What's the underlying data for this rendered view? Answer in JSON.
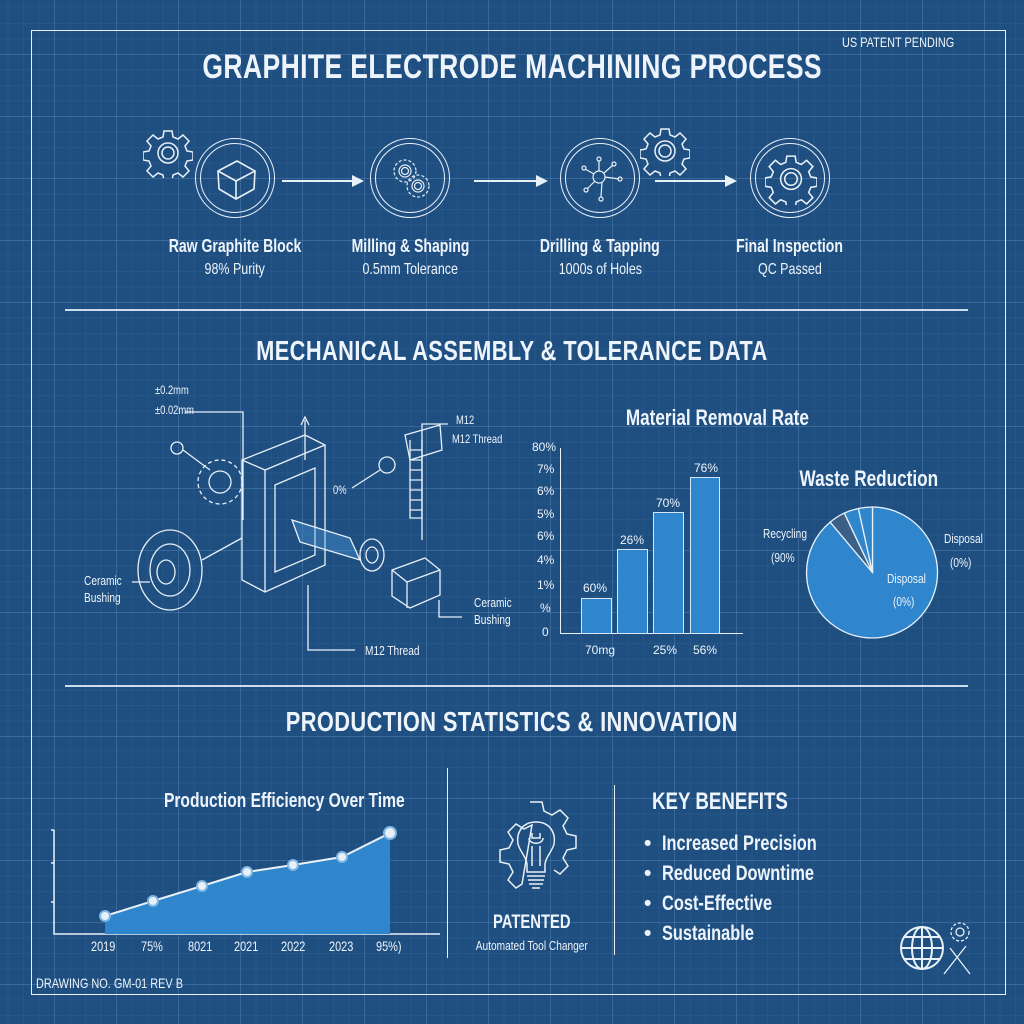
{
  "header": {
    "title": "GRAPHITE ELECTRODE MACHINING PROCESS",
    "patent_notice": "US PATENT PENDING"
  },
  "process": {
    "steps": [
      {
        "label": "Raw Graphite Block",
        "detail": "98% Purity",
        "icon": "cube-icon"
      },
      {
        "label": "Milling & Shaping",
        "detail": "0.5mm Tolerance",
        "icon": "gears-icon"
      },
      {
        "label": "Drilling & Tapping",
        "detail": "1000s of Holes",
        "icon": "drill-network-icon"
      },
      {
        "label": "Final Inspection",
        "detail": "QC Passed",
        "icon": "gear-icon"
      }
    ]
  },
  "assembly": {
    "title": "MECHANICAL ASSEMBLY & TOLERANCE DATA",
    "callouts": {
      "tolerance_1": "±0.2mm",
      "tolerance_2": "±0.02mm",
      "m12": "M12",
      "m12_thread_top": "M12 Thread",
      "percent": "0%",
      "ceramic_left_1": "Ceramic",
      "ceramic_left_2": "Bushing",
      "ceramic_right_1": "Ceramic",
      "ceramic_right_2": "Bushing",
      "m12_thread": "M12 Thread"
    }
  },
  "chart_data": [
    {
      "type": "bar",
      "title": "Material Removal Rate",
      "categories": [
        "70mg",
        "",
        "25%",
        "56%"
      ],
      "values": [
        60,
        26,
        70,
        76
      ],
      "value_labels": [
        "60%",
        "26%",
        "70%",
        "76%"
      ],
      "bar_heights_pct_of_axis": [
        18,
        43,
        65,
        82
      ],
      "y_tick_labels": [
        "0",
        "%",
        "1%",
        "4%",
        "6%",
        "5%",
        "6%",
        "7%",
        "80%"
      ],
      "xlabel": "",
      "ylabel": "",
      "grid": false
    },
    {
      "type": "pie",
      "title": "Waste Reduction",
      "slices": [
        {
          "label": "Disposal",
          "value_label": "(0%)",
          "pct": 88,
          "color": "#2f86cc"
        },
        {
          "label": "Recycling",
          "value_label": "(90%",
          "pct": 5,
          "color": "#3c5f86"
        },
        {
          "label": "",
          "value_label": "",
          "pct": 4,
          "color": "#2f86cc"
        },
        {
          "label": "",
          "value_label": "",
          "pct": 3,
          "color": "#2f86cc"
        }
      ],
      "external_labels": [
        {
          "text": "Recycling",
          "sub": "(90%"
        },
        {
          "text": "Disposal",
          "sub": "(0%)"
        }
      ],
      "internal_label": {
        "text": "Disposal",
        "sub": "(0%)"
      }
    },
    {
      "type": "area",
      "title": "Production Efficiency Over Time",
      "categories": [
        "2019",
        "75%",
        "8021",
        "2021",
        "2022",
        "2023",
        "95%)"
      ],
      "values": [
        18,
        33,
        48,
        62,
        69,
        77,
        100
      ],
      "xlabel": "",
      "ylabel": "",
      "grid": false
    }
  ],
  "production": {
    "title": "PRODUCTION STATISTICS & INNOVATION",
    "patent_badge": "PATENTED",
    "patent_caption": "Automated Tool Changer",
    "benefits_title": "KEY BENEFITS",
    "benefits": [
      "Increased Precision",
      "Reduced Downtime",
      "Cost-Effective",
      "Sustainable"
    ]
  },
  "footer": {
    "drawing_number": "DRAWING NO. GM-01 REV B"
  },
  "colors": {
    "background": "#1f4f80",
    "line": "#e8f0f8",
    "accent_fill": "#2f86cc"
  }
}
